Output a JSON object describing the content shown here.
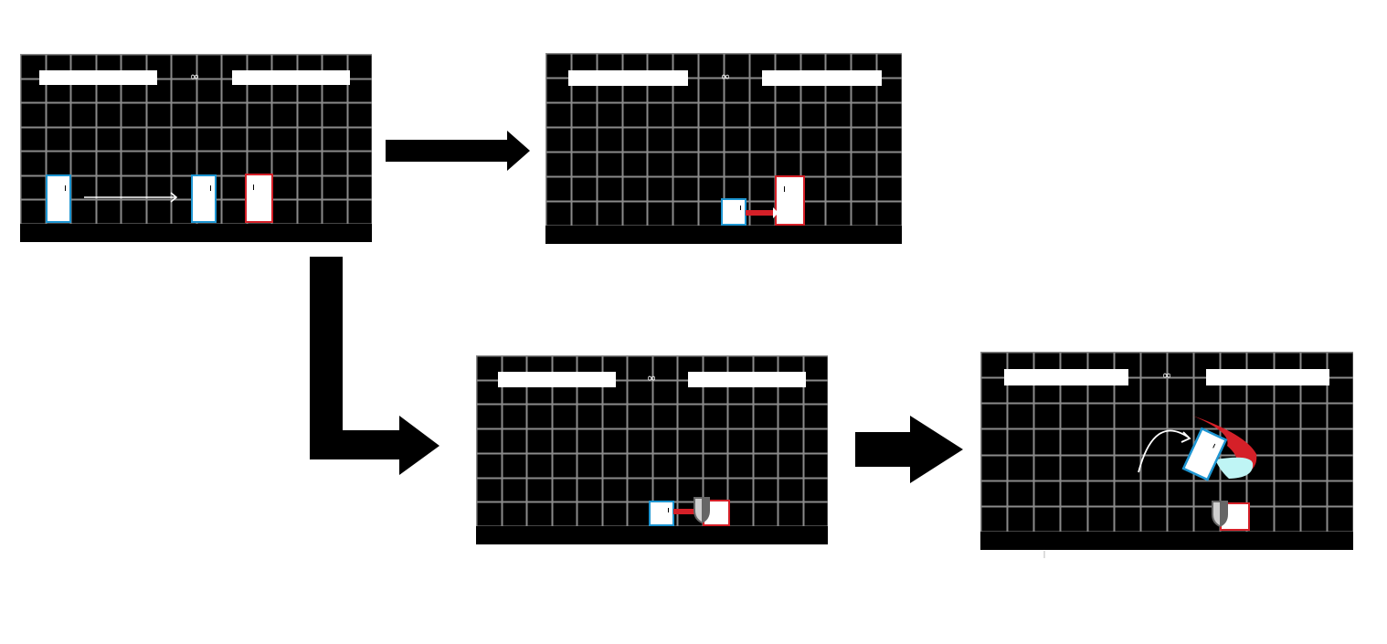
{
  "colors": {
    "player_one": "#1e96d2",
    "player_two": "#d52028",
    "grid_line": "#8a8a8a",
    "background": "#000000",
    "effect_cyan": "#bff5f5"
  },
  "panels": [
    {
      "id": "start",
      "timer": "∞"
    },
    {
      "id": "attack-hit",
      "timer": "∞"
    },
    {
      "id": "attack-blocked",
      "timer": "∞"
    },
    {
      "id": "counter-throw",
      "timer": "∞"
    }
  ],
  "icons": [
    "flow-arrow-right",
    "flow-arrow-elbow",
    "shield-icon",
    "swoosh-arc"
  ]
}
